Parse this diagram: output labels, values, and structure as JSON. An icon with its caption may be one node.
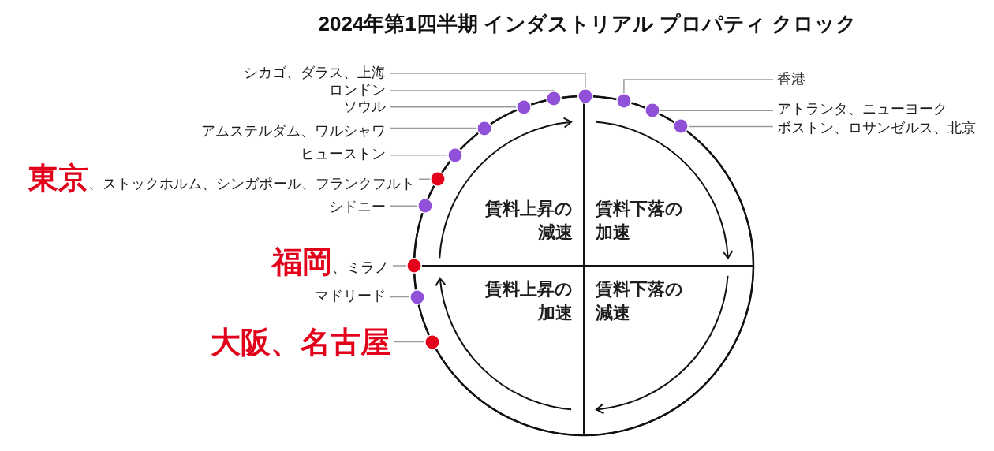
{
  "diagram": {
    "title": "2024年第1四半期 インダストリアル プロパティ クロック",
    "nodes": [
      {
        "text": [],
        "shape": "circle"
      },
      {
        "text": [
          "賃料上昇の減速"
        ],
        "in": 0
      },
      {
        "text": [
          "賃料下落の加速"
        ],
        "in": 0
      },
      {
        "text": [
          "賃料上昇の加速"
        ],
        "in": 0
      },
      {
        "text": [
          "賃料下落の減速"
        ],
        "in": 0
      },
      {
        "text": [
          "シカゴ、ダラス、上海"
        ]
      },
      {
        "text": [
          "ロンドン"
        ]
      },
      {
        "text": [
          "ソウル"
        ]
      },
      {
        "text": [
          "アムステルダム、ワルシャワ"
        ]
      },
      {
        "text": [
          "ヒューストン"
        ]
      },
      {
        "text": [
          "**東京**、ストックホルム、シンガポール、フランクフルト"
        ]
      },
      {
        "text": [
          "シドニー"
        ]
      },
      {
        "text": [
          "**福岡**、ミラノ"
        ]
      },
      {
        "text": [
          "マドリード"
        ]
      },
      {
        "text": [
          "大阪、名古屋"
        ]
      },
      {
        "text": [
          "香港"
        ]
      },
      {
        "text": [
          "アトランタ、ニューヨーク"
        ]
      },
      {
        "text": [
          "ボストン、ロサンゼルス、北京"
        ]
      },
      {
        "text": [],
        "shape": "circle"
      },
      {
        "text": [],
        "shape": "circle"
      },
      {
        "text": [],
        "shape": "circle"
      },
      {
        "text": [],
        "shape": "circle"
      },
      {
        "text": [],
        "shape": "circle"
      },
      {
        "text": [],
        "shape": "circle"
      },
      {
        "text": [],
        "shape": "circle"
      },
      {
        "text": [],
        "shape": "circle"
      },
      {
        "text": [],
        "shape": "circle"
      },
      {
        "text": [],
        "shape": "circle"
      },
      {
        "text": [],
        "shape": "circle"
      },
      {
        "text": [],
        "shape": "circle"
      },
      {
        "text": [],
        "shape": "circle"
      }
    ],
    "edges": [
      {
        "from": 5,
        "to": 18,
        "arrow": "none"
      },
      {
        "from": 6,
        "to": 19,
        "arrow": "none"
      },
      {
        "from": 7,
        "to": 20,
        "arrow": "none"
      },
      {
        "from": 8,
        "to": 21,
        "arrow": "none"
      },
      {
        "from": 9,
        "to": 22,
        "arrow": "none"
      },
      {
        "from": 10,
        "to": 23,
        "arrow": "none"
      },
      {
        "from": 11,
        "to": 24,
        "arrow": "none"
      },
      {
        "from": 12,
        "to": 25,
        "arrow": "none"
      },
      {
        "from": 13,
        "to": 26,
        "arrow": "none"
      },
      {
        "from": 14,
        "to": 27,
        "arrow": "none"
      },
      {
        "from": 15,
        "to": 28,
        "arrow": "none"
      },
      {
        "from": 16,
        "to": 29,
        "arrow": "none"
      },
      {
        "from": 17,
        "to": 30,
        "arrow": "none"
      }
    ]
  }
}
